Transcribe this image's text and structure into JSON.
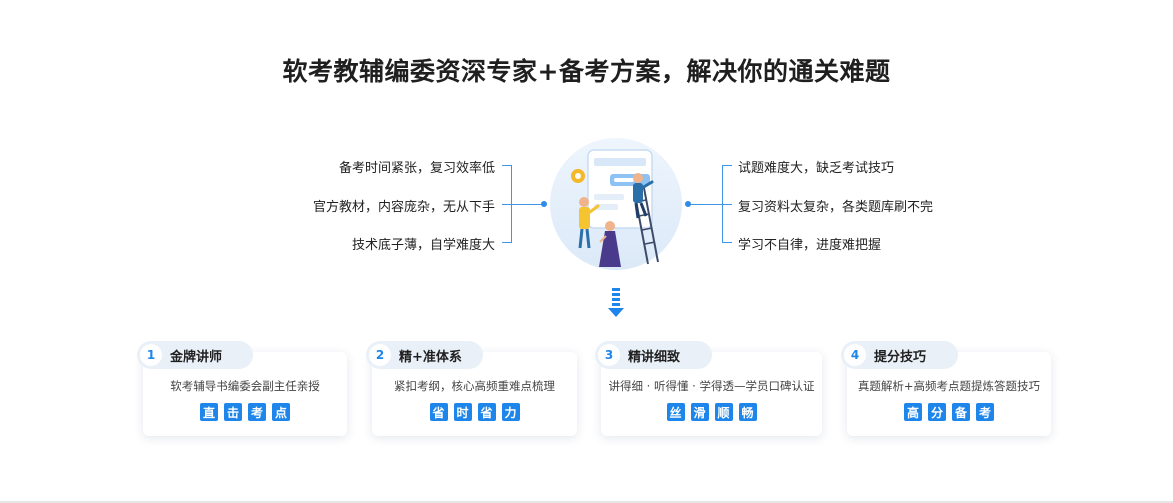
{
  "title": "软考教辅编委资深专家+备考方案，解决你的通关难题",
  "pain_points": {
    "left": [
      "备考时间紧张，复习效率低",
      "官方教材，内容庞杂，无从下手",
      "技术底子薄，自学难度大"
    ],
    "right": [
      "试题难度大，缺乏考试技巧",
      "复习资料太复杂，各类题库刷不完",
      "学习不自律，进度难把握"
    ]
  },
  "features": [
    {
      "num": "1",
      "title": "金牌讲师",
      "desc": "软考辅导书编委会副主任亲授",
      "tags": [
        "直",
        "击",
        "考",
        "点"
      ]
    },
    {
      "num": "2",
      "title": "精+准体系",
      "desc": "紧扣考纲，核心高频重难点梳理",
      "tags": [
        "省",
        "时",
        "省",
        "力"
      ]
    },
    {
      "num": "3",
      "title": "精讲细致",
      "desc": "讲得细 · 听得懂 · 学得透—学员口碑认证",
      "tags": [
        "丝",
        "滑",
        "顺",
        "畅"
      ]
    },
    {
      "num": "4",
      "title": "提分技巧",
      "desc": "真题解析+高频考点题提炼答题技巧",
      "tags": [
        "高",
        "分",
        "备",
        "考"
      ]
    }
  ],
  "colors": {
    "accent": "#1e86ea",
    "line": "#3f95e8",
    "pill_bg": "#e9f0f8"
  }
}
